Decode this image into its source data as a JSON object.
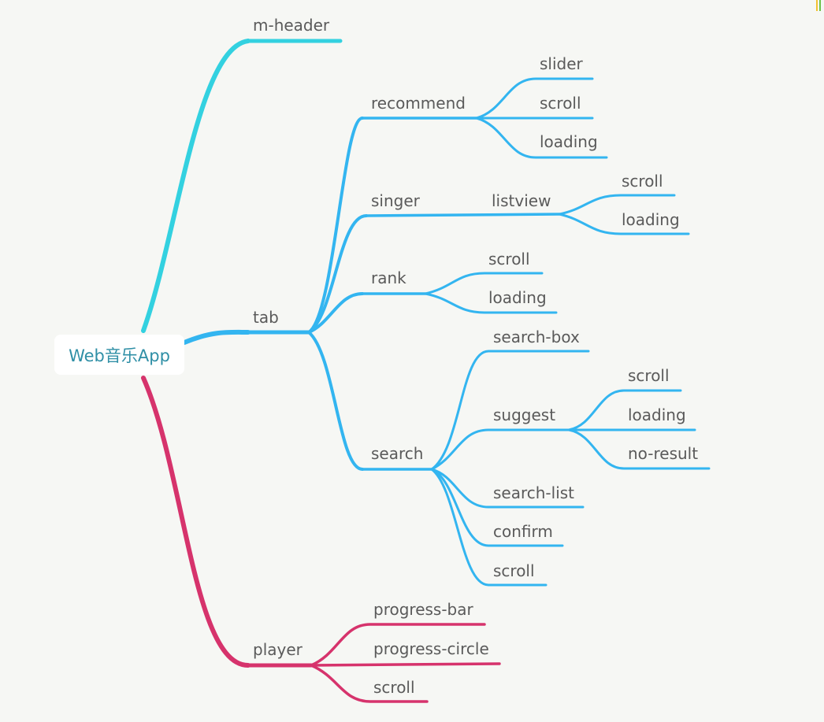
{
  "colors": {
    "background": "#f6f7f4",
    "root_text": "#2f8fa6",
    "label_text": "#5a5a5a",
    "branch_header": "#33d1e0",
    "branch_tab": "#33b5f0",
    "branch_player": "#d6336c"
  },
  "root": {
    "label": "Web音乐App"
  },
  "nodes": {
    "m_header": "m-header",
    "tab": "tab",
    "recommend": "recommend",
    "recommend_slider": "slider",
    "recommend_scroll": "scroll",
    "recommend_loading": "loading",
    "singer": "singer",
    "singer_listview": "listview",
    "listview_scroll": "scroll",
    "listview_loading": "loading",
    "rank": "rank",
    "rank_scroll": "scroll",
    "rank_loading": "loading",
    "search": "search",
    "search_box": "search-box",
    "suggest": "suggest",
    "suggest_scroll": "scroll",
    "suggest_loading": "loading",
    "suggest_no_result": "no-result",
    "search_list": "search-list",
    "confirm": "confirm",
    "search_scroll": "scroll",
    "player": "player",
    "progress_bar": "progress-bar",
    "progress_circle": "progress-circle",
    "player_scroll": "scroll"
  }
}
